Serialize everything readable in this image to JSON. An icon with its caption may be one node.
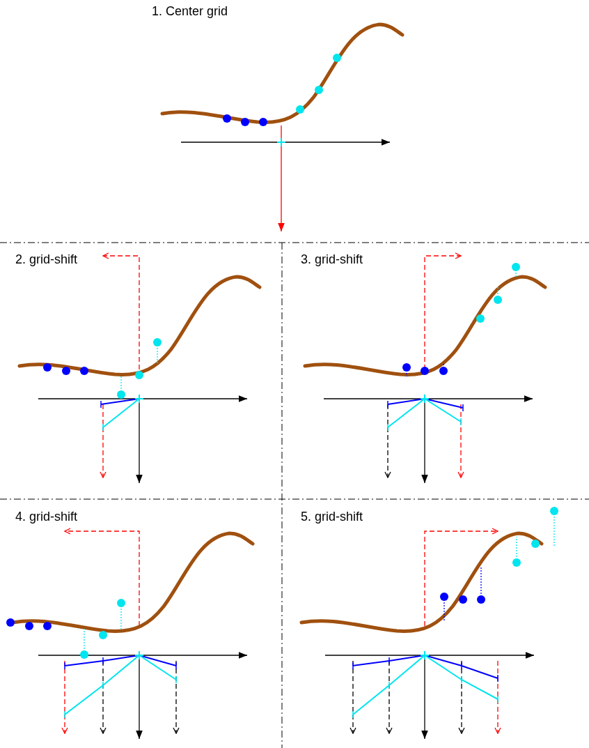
{
  "diagram": {
    "labels": [
      "1. Center grid",
      "2. grid-shift",
      "3. grid-shift",
      "4. grid-shift",
      "5. grid-shift"
    ]
  }
}
